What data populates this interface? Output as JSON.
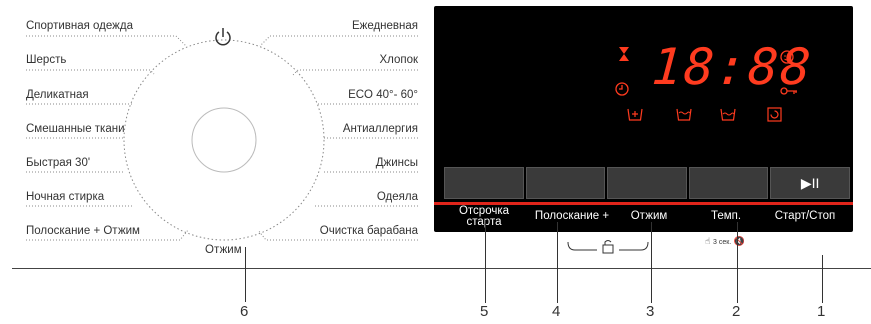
{
  "programs_left": [
    "Спортивная одежда",
    "Шерсть",
    "Деликатная",
    "Смешанные ткани",
    "Быстрая 30'",
    "Ночная стирка",
    "Полоскание + Отжим"
  ],
  "programs_right": [
    "Ежедневная",
    "Хлопок",
    "ECO 40°- 60°",
    "Антиаллергия",
    "Джинсы",
    "Одеяла",
    "Очистка барабана"
  ],
  "program_bottom": "Отжим",
  "display": {
    "time": "18:88",
    "play_pause": "▶II"
  },
  "panel_buttons": {
    "delay_line1": "Отсрочка",
    "delay_line2": "старта",
    "rinse": "Полоскание +",
    "spin": "Отжим",
    "temp": "Темп.",
    "start": "Старт/Стоп"
  },
  "extras_text": "3 сек.",
  "callouts": [
    "6",
    "5",
    "4",
    "3",
    "2",
    "1"
  ],
  "colors": {
    "accent": "#e0251b",
    "display_red": "#ff3b1f",
    "panel": "#000000"
  },
  "icons": [
    "power-icon",
    "hourglass-icon",
    "clock-icon",
    "child-lock-face-icon",
    "key-icon",
    "prewash-icon",
    "wash-icon",
    "rinse-icon",
    "spin-icon",
    "padlock-icon",
    "hand-icon",
    "mute-icon"
  ]
}
